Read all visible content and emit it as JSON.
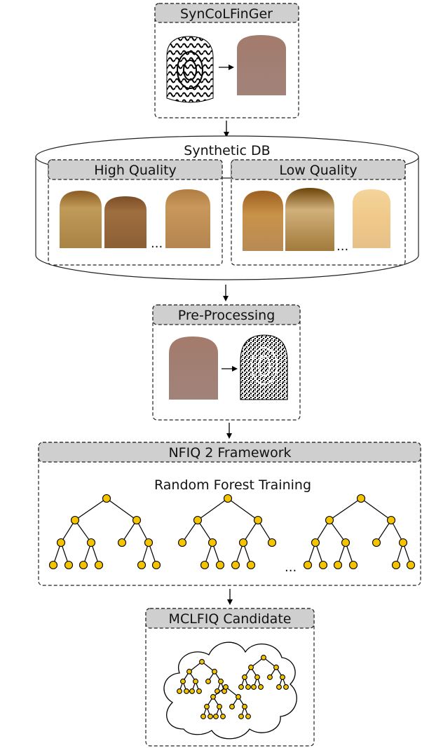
{
  "stages": {
    "syncolfinger": {
      "title": "SynCoLFinGer"
    },
    "synthetic_db": {
      "title": "Synthetic DB",
      "high_quality": "High Quality",
      "low_quality": "Low Quality",
      "ellipsis": "..."
    },
    "preprocessing": {
      "title": "Pre-Processing"
    },
    "nfiq2": {
      "title": "NFIQ 2 Framework",
      "subtitle": "Random Forest Training",
      "ellipsis": "..."
    },
    "mclfiq": {
      "title": "MCLFIQ Candidate"
    }
  },
  "colors": {
    "header_fill": "#cfcfcf",
    "node_fill": "#f5c400",
    "hq_finger_1": "#b8894a",
    "hq_finger_2": "#9c6b3c",
    "hq_finger_3": "#c29058",
    "lq_finger_1": "#b8772f",
    "lq_finger_2": "#a8782e",
    "lq_finger_3": "#f0c98a",
    "synthetic_finger": "#a58178"
  },
  "icons": [
    "fingerprint-icon",
    "finger-image",
    "binarized-fingerprint-icon",
    "tree-icon",
    "cloud-icon",
    "arrow-down-icon",
    "arrow-right-icon"
  ]
}
